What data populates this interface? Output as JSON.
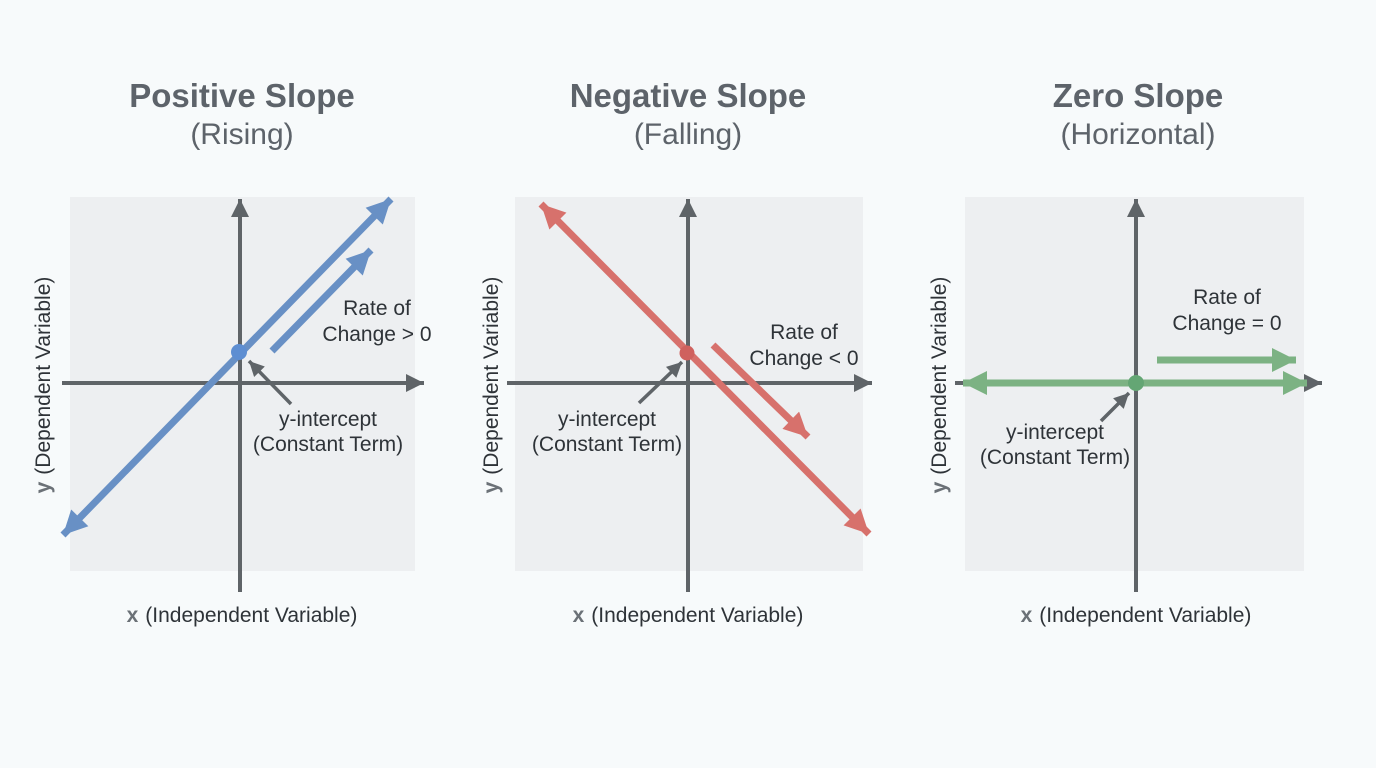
{
  "colors": {
    "background": "#f7fafb",
    "plot_background": "#edeff1",
    "axis": "#5f6468",
    "title": "#5d636a",
    "text": "#2e3338",
    "axis_label_prefix": "#6b7177"
  },
  "panels": [
    {
      "title": "Positive Slope",
      "subtitle": "(Rising)",
      "rate_line1": "Rate of",
      "rate_line2": "Change > 0",
      "intercept_line1": "y-intercept",
      "intercept_line2": "(Constant Term)",
      "y_prefix": "y",
      "y_label": "(Dependent Variable)",
      "x_prefix": "x",
      "x_label": "(Independent Variable)",
      "line_color": "#6890c5",
      "dot_color": "#5d8ed2"
    },
    {
      "title": "Negative Slope",
      "subtitle": "(Falling)",
      "rate_line1": "Rate of",
      "rate_line2": "Change < 0",
      "intercept_line1": "y-intercept",
      "intercept_line2": "(Constant Term)",
      "y_prefix": "y",
      "y_label": "(Dependent Variable)",
      "x_prefix": "x",
      "x_label": "(Independent Variable)",
      "line_color": "#d7716c",
      "dot_color": "#cf615e"
    },
    {
      "title": "Zero Slope",
      "subtitle": "(Horizontal)",
      "rate_line1": "Rate of",
      "rate_line2": "Change = 0",
      "intercept_line1": "y-intercept",
      "intercept_line2": "(Constant Term)",
      "y_prefix": "y",
      "y_label": "(Dependent Variable)",
      "x_prefix": "x",
      "x_label": "(Independent Variable)",
      "line_color": "#7cb283",
      "dot_color": "#64a674"
    }
  ]
}
